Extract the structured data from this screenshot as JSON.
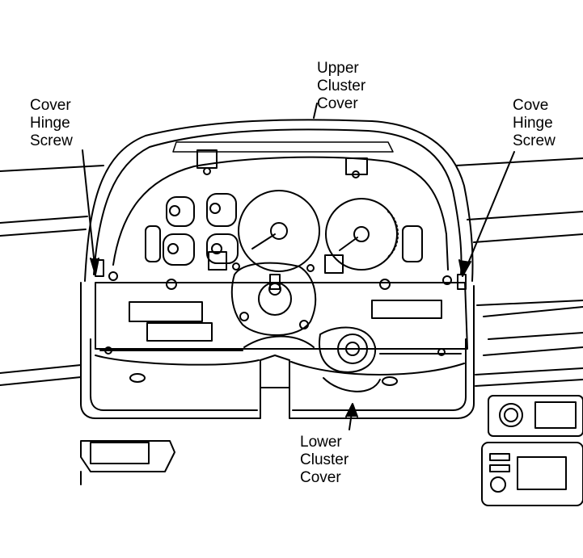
{
  "labels": {
    "upper_cluster_cover": [
      "Upper",
      "Cluster",
      "Cover"
    ],
    "cover_hinge_screw_left": [
      "Cover",
      "Hinge",
      "Screw"
    ],
    "cover_hinge_screw_right": [
      "Cove",
      "Hinge",
      "Screw"
    ],
    "lower_cluster_cover": [
      "Lower",
      "Cluster",
      "Cover"
    ]
  },
  "colors": {
    "line": "#000000",
    "background": "#ffffff"
  }
}
